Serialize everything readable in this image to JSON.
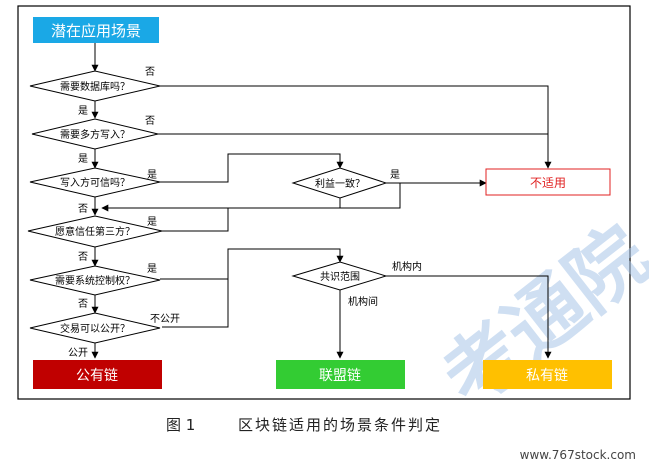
{
  "start": "潜在应用场景",
  "decisions": {
    "d1": "需要数据库吗？",
    "d2": "需要多方写入？",
    "d3": "写入方可信吗？",
    "d4": "愿意信任第三方？",
    "d5": "需要系统控制权？",
    "d6": "交易可以公开？",
    "d7": "利益一致？",
    "d8": "共识范围"
  },
  "edge_labels": {
    "d1_no": "否",
    "d1_yes": "是",
    "d2_no": "否",
    "d2_yes": "是",
    "d3_yes": "是",
    "d3_no": "否",
    "d7_yes": "是",
    "d4_yes": "是",
    "d4_no": "否",
    "d5_yes": "是",
    "d5_no": "否",
    "d6_no": "不公开",
    "d6_yes": "公开",
    "d8_internal": "机构内",
    "d8_inter": "机构间"
  },
  "outcomes": {
    "not_applicable": "不适用",
    "public_chain": "公有链",
    "consortium_chain": "联盟链",
    "private_chain": "私有链"
  },
  "caption": {
    "number": "图 1",
    "text": "区块链适用的场景条件判定"
  },
  "watermark": {
    "text": "www.767stock.com",
    "logo_text": "考通院"
  },
  "colors": {
    "start_fill": "#1aa8e6",
    "not_applicable_border": "#e02020",
    "not_applicable_text": "#e02020",
    "public_fill": "#c00000",
    "consortium_fill": "#33cc33",
    "private_fill": "#ffc000",
    "line": "#000000",
    "watermark": "#a9c6e8"
  }
}
